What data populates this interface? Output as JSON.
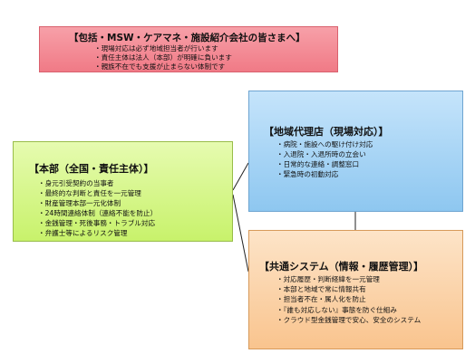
{
  "notice": {
    "title": "【包括・MSW・ケアマネ・施設紹介会社の皆さまへ】",
    "items": [
      "現場対応は必ず地域担当者が行います",
      "責任主体は法人（本部）が明確に負います",
      "親族不在でも支援が止まらない体制です"
    ]
  },
  "headquarters": {
    "title": "【本部（全国・責任主体）】",
    "items": [
      "身元引受契約の当事者",
      "最終的な判断と責任を一元管理",
      "財産管理本部一元化体制",
      "24時間連絡体制（連絡不能を防止）",
      "金銭管理・死後事務・トラブル対応",
      "弁護士等によるリスク管理"
    ]
  },
  "agency": {
    "title": "【地域代理店（現場対応）】",
    "items": [
      "病院・施設への駆け付け対応",
      "入退院・入退所時の立会い",
      "日常的な連絡・調整窓口",
      "緊急時の初動対応"
    ]
  },
  "system": {
    "title": "【共通システム（情報・履歴管理）】",
    "items": [
      "対応履歴・判断経緯を一元管理",
      "本部と地域で常に情報共有",
      "担当者不在・属人化を防止",
      "『誰も対応しない』事態を防ぐ仕組み",
      "クラウド型金銭管理で安心、安全のシステム"
    ]
  }
}
